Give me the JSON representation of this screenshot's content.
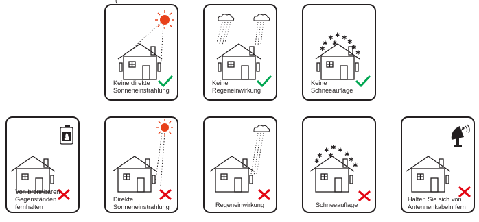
{
  "header_fragment": "(",
  "colors": {
    "outline": "#231f20",
    "sun": "#e8411a",
    "check": "#00a651",
    "cross": "#e30613"
  },
  "cards": [
    {
      "id": "no-direct-sunlight",
      "caption": "Keine direkte\nSonneneinstrahlung",
      "icons": [
        "sun-icon"
      ],
      "verdict": "allowed"
    },
    {
      "id": "no-rain",
      "caption": "Keine\nRegeneinwirkung",
      "icons": [
        "rain-cloud-icon",
        "rain-cloud-icon"
      ],
      "verdict": "allowed"
    },
    {
      "id": "no-snow",
      "caption": "Keine\nSchneeauflage",
      "icons": [
        "snowflakes-icon"
      ],
      "verdict": "allowed"
    },
    {
      "id": "flammables",
      "caption": "Von brennbaren\nGegenständen\nfernhalten",
      "icons": [
        "fire-canister-icon"
      ],
      "verdict": "forbidden"
    },
    {
      "id": "direct-sunlight",
      "caption": "Direkte\nSonneneinstrahlung",
      "icons": [
        "sun-icon"
      ],
      "verdict": "forbidden"
    },
    {
      "id": "rain",
      "caption": "Regeneinwirkung",
      "icons": [
        "rain-cloud-icon"
      ],
      "verdict": "forbidden"
    },
    {
      "id": "snow",
      "caption": "Schneeauflage",
      "icons": [
        "snowflakes-icon"
      ],
      "verdict": "forbidden"
    },
    {
      "id": "antenna",
      "caption": "Halten Sie sich von\nAntennenkabeln fern",
      "icons": [
        "satellite-dish-icon"
      ],
      "verdict": "forbidden"
    }
  ]
}
